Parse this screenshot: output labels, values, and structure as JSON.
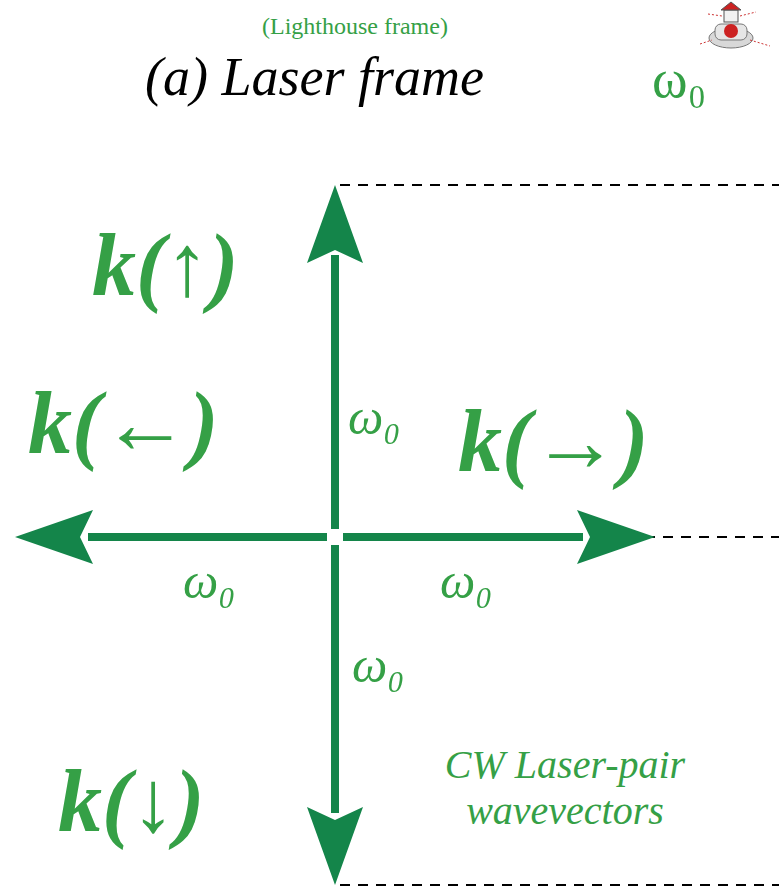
{
  "diagram": {
    "title": "(a) Laser frame",
    "labels": [
      "(Lighthouse frame)",
      "ω₀",
      "k(↑)",
      "k(←)",
      "ω₀",
      "k(→)",
      "ω₀",
      "ω₀",
      "ω₀",
      "CW Laser-pair wavevectors",
      "k(↓)"
    ]
  }
}
